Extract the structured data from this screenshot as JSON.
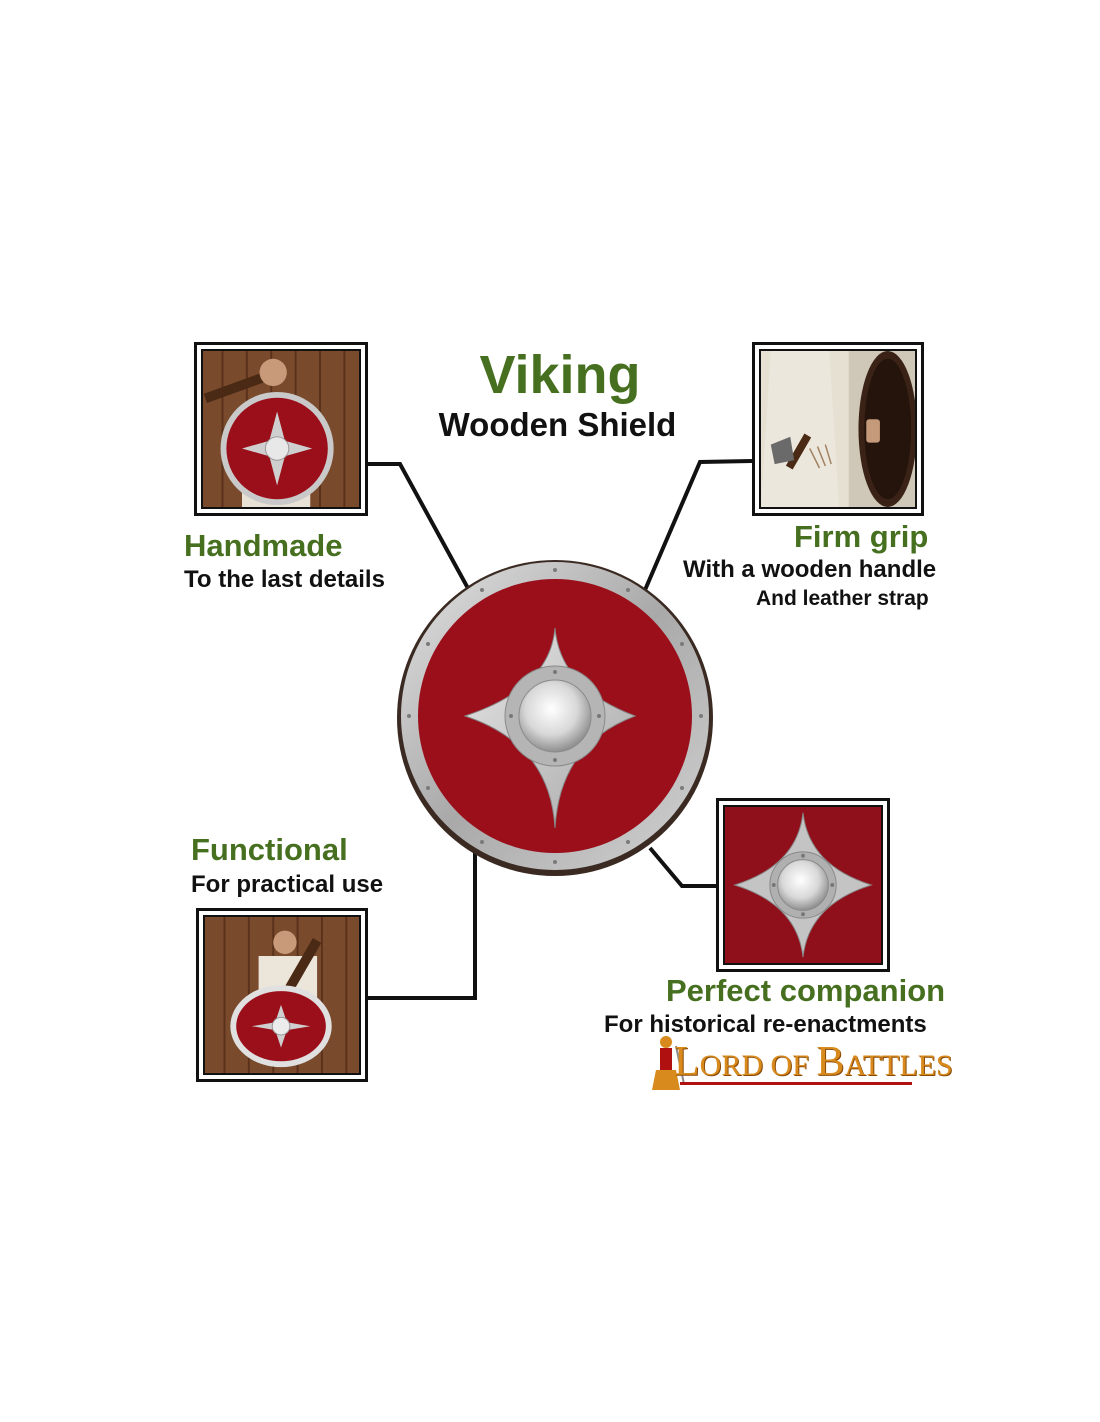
{
  "header": {
    "title": "Viking",
    "subtitle": "Wooden Shield"
  },
  "features": {
    "handmade": {
      "heading": "Handmade",
      "text": "To the last details"
    },
    "firm_grip": {
      "heading": "Firm grip",
      "text": "With a wooden handle",
      "text2": "And leather strap"
    },
    "functional": {
      "heading": "Functional",
      "text": "For practical use"
    },
    "companion": {
      "heading": "Perfect companion",
      "text": "For historical re-enactments"
    }
  },
  "logo": {
    "part1": "L",
    "part2": "ORD OF ",
    "part3": "B",
    "part4": "ATTLES"
  },
  "colors": {
    "heading_green": "#46701f",
    "shield_red": "#9a0f1a",
    "metal": "#c9c9c9",
    "logo_orange": "#d98a1c"
  }
}
